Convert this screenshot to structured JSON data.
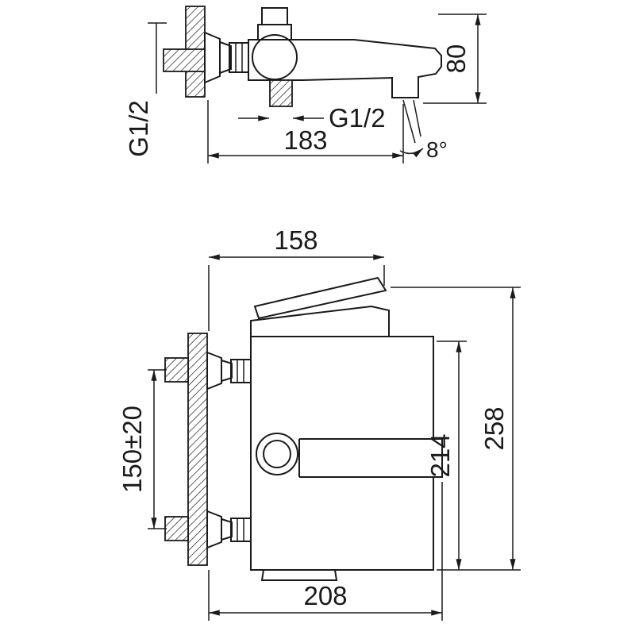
{
  "colors": {
    "line": "#1a1a1a",
    "background": "#ffffff"
  },
  "side_view": {
    "dim_height": "80",
    "dim_width": "183",
    "thread_wall": "G1/2",
    "thread_outlet": "G1/2",
    "spout_angle": "8°"
  },
  "front_view": {
    "dim_top_width": "158",
    "dim_overall_height": "258",
    "dim_body_height": "214",
    "dim_mount_spacing": "150±20",
    "dim_bottom_width": "208"
  }
}
